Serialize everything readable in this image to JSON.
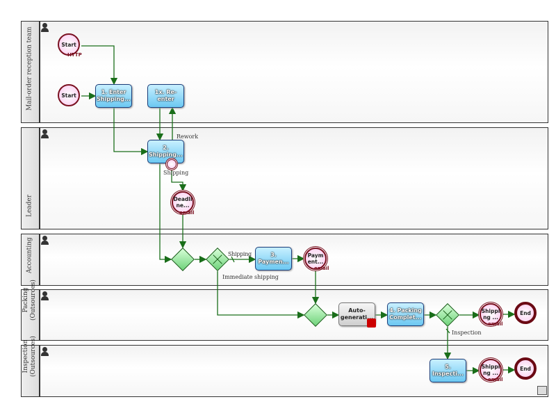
{
  "lanes": [
    "Mail-order reception team",
    "Leader",
    "Accounting",
    "Packing\n(Outsources)",
    "Inspection\n(Outsources)"
  ],
  "events": {
    "start_http": "Start",
    "start_http_sub": "HTTP",
    "start": "Start",
    "deadline": "Deadli ne...",
    "deadline_sub": "email",
    "payment": "Paym ent...",
    "payment_sub": "email",
    "shipping1": "Shippi ng ...",
    "shipping1_sub": "email",
    "end1": "End",
    "shipping2": "Shippi ng ...",
    "shipping2_sub": "email",
    "end2": "End"
  },
  "tasks": {
    "t1": "1. Enter Shipping...",
    "t1x": "1x. Re-enter",
    "t2": "2. Shipping...",
    "t3": "3. Paymen...",
    "auto": "Auto-generati...",
    "t4": "4. Packing Complet...",
    "t5": "5. Inspecti..."
  },
  "labels": {
    "rework": "Rework",
    "timer": "Shipping",
    "shipping": "Shipping",
    "immediate": "Immediate shipping",
    "inspection": "Inspection"
  },
  "colors": {
    "flow": "#1a6e1a",
    "task": "#6cc8f2",
    "event": "#7a1020",
    "gateway": "#6ed27a"
  }
}
